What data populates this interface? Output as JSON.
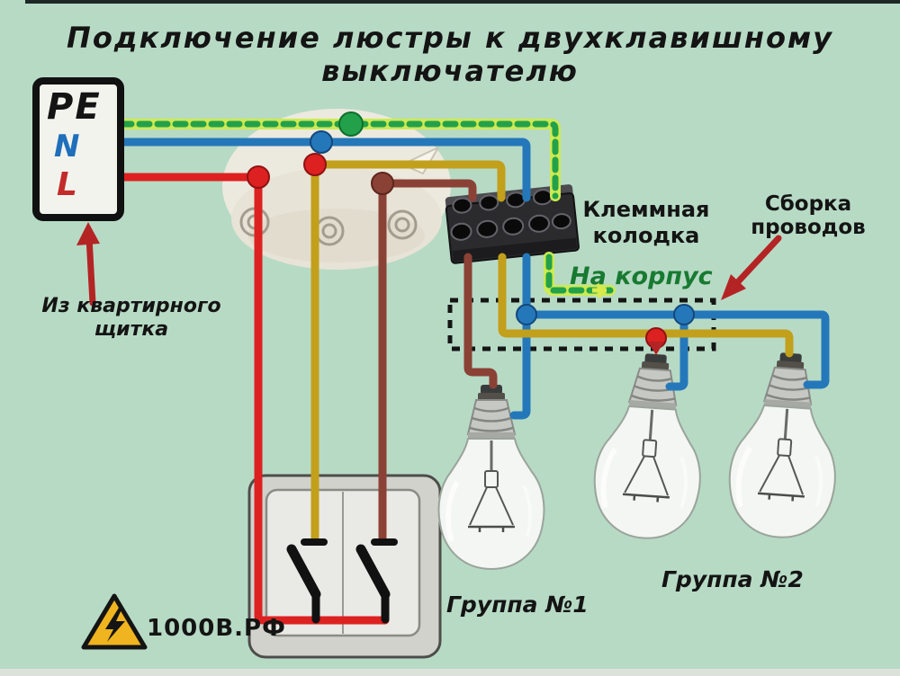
{
  "title": {
    "line1": "Подключение люстры к двухклавишному",
    "line2": "выключателю"
  },
  "panel": {
    "pe": "PE",
    "n": "N",
    "l": "L"
  },
  "labels": {
    "from_panel_line1": "Из квартирного",
    "from_panel_line2": "щитка",
    "terminal_line1": "Клеммная",
    "terminal_line2": "колодка",
    "to_chassis": "На корпус",
    "assembly_line1": "Сборка",
    "assembly_line2": "проводов",
    "group1": "Группа №1",
    "group2": "Группа №2"
  },
  "logo": {
    "text": "1000В.РФ",
    "icon": "high-voltage-warning-triangle"
  },
  "colors": {
    "bg": "#b7dac5",
    "top_bar": "#1d2824",
    "bottom_bar": "#dbe2d9",
    "ink": "#141414",
    "wire_red": "#dd2121",
    "wire_blue": "#2478ba",
    "wire_green": "#23a14a",
    "wire_green_base": "#cdea52",
    "wire_yellow": "#c2a01b",
    "wire_brown": "#8b4236",
    "label_green": "#187a31",
    "arrow_red": "#b42424",
    "panel_n": "#1f6fbb",
    "panel_l": "#c32b2b",
    "logo_yellow": "#efb41f"
  }
}
